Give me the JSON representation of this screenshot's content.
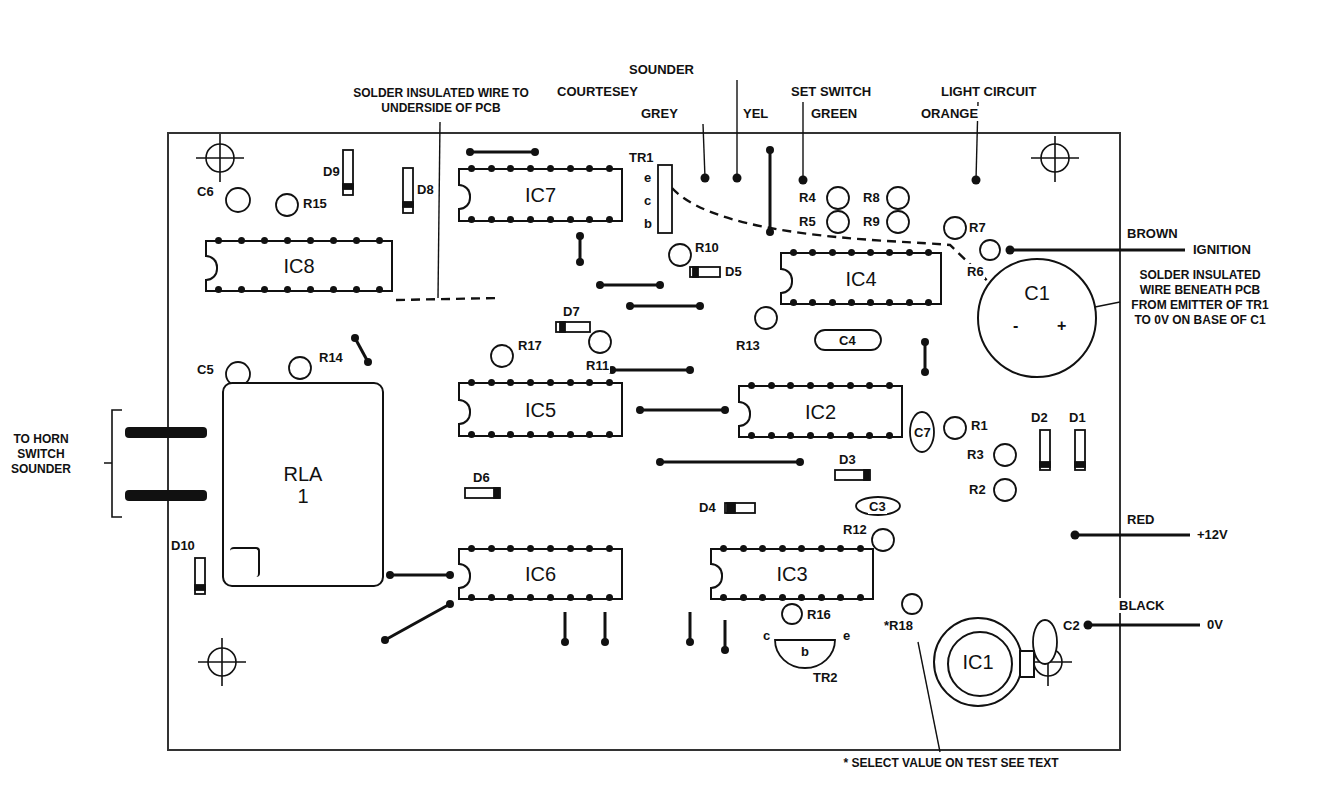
{
  "diagram": {
    "nodes": [
      {
        "text": [
          "IC7"
        ]
      },
      {
        "text": [
          "IC4"
        ]
      },
      {
        "text": [
          "IC8"
        ]
      },
      {
        "text": [
          "C1"
        ]
      },
      {
        "text": [
          "IC5"
        ]
      },
      {
        "text": [
          "IC2"
        ]
      },
      {
        "text": [
          "RLA 1"
        ]
      },
      {
        "text": [
          "IC6"
        ]
      },
      {
        "text": [
          "IC3"
        ]
      },
      {
        "text": [
          "IC1"
        ]
      }
    ],
    "labels": [
      "SOUNDER",
      "COURTESEY",
      "GREY",
      "YEL",
      "SET SWITCH",
      "GREEN",
      "LIGHT CIRCUIT",
      "ORANGE",
      "SOLDER INSULATED WIRE TO UNDERSIDE OF PCB",
      "BROWN",
      "IGNITION",
      "SOLDER INSULATED WIRE BENEATH PCB FROM EMITTER OF TR1 TO 0V ON BASE OF C1",
      "RED",
      "+12V",
      "BLACK",
      "0V",
      "TO HORN SWITCH SOUNDER",
      "* SELECT VALUE ON TEST SEE TEXT",
      "TR1",
      "e",
      "c",
      "b",
      "R4",
      "R8",
      "R5",
      "R9",
      "R7",
      "R6",
      "R10",
      "D5",
      "D9",
      "D8",
      "R15",
      "C6",
      "R17",
      "D7",
      "R11",
      "R13",
      "C4",
      "C5",
      "R14",
      "D6",
      "D3",
      "C7",
      "R1",
      "R3",
      "R2",
      "D2",
      "D1",
      "D4",
      "C3",
      "R12",
      "C2",
      "*R18",
      "R16",
      "TR2",
      "c",
      "b",
      "e",
      "D10",
      "-",
      "+"
    ]
  }
}
